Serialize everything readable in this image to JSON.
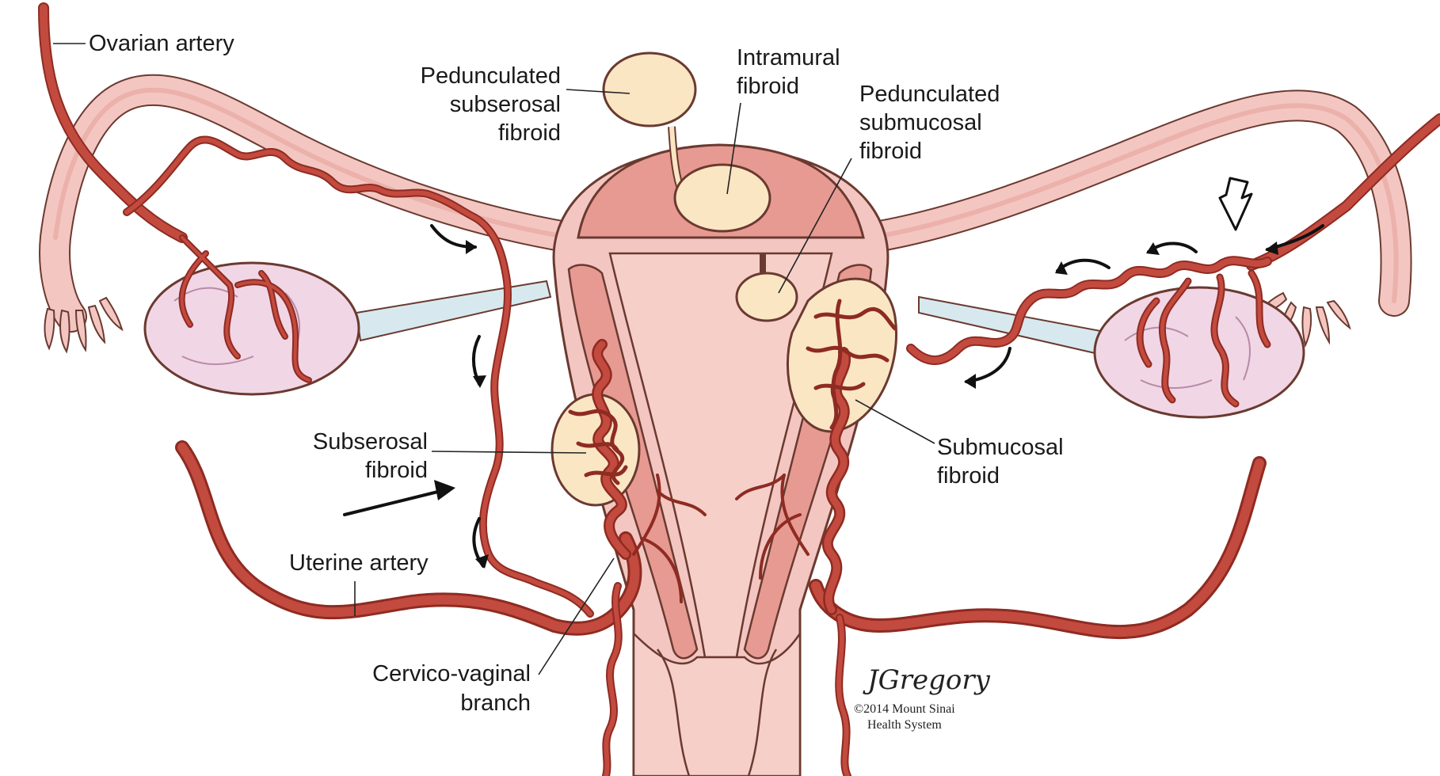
{
  "labels": {
    "ovarian_artery": "Ovarian artery",
    "pedunculated_subserosal": [
      "Pedunculated",
      "subserosal",
      "fibroid"
    ],
    "intramural": [
      "Intramural",
      "fibroid"
    ],
    "pedunculated_submucosal": [
      "Pedunculated",
      "submucosal",
      "fibroid"
    ],
    "subserosal": [
      "Subserosal",
      "fibroid"
    ],
    "submucosal": [
      "Submucosal",
      "fibroid"
    ],
    "uterine_artery": "Uterine artery",
    "cervico_vaginal": [
      "Cervico-vaginal",
      "branch"
    ]
  },
  "credit": {
    "signature": "JGregory",
    "copyright_line1": "©2014 Mount Sinai",
    "copyright_line2": "Health System"
  },
  "colors": {
    "artery": "#c0392b",
    "artery_dark": "#8e2b22",
    "uterus_outer": "#f4c6c1",
    "uterus_wall": "#e79a92",
    "cavity": "#f6cfc9",
    "fibroid": "#fbe6c4",
    "ovary": "#f1d6e6",
    "ligament": "#d7e9ef",
    "outline": "#6a3a30"
  }
}
